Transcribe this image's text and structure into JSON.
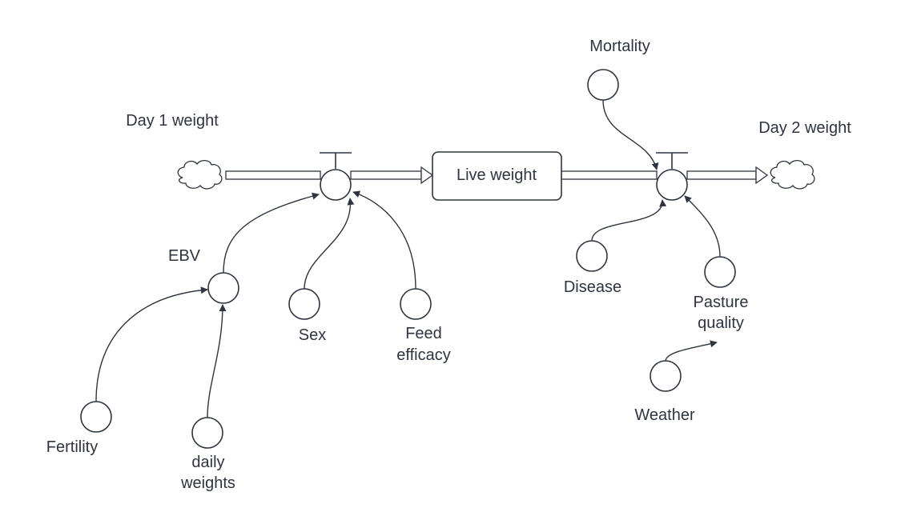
{
  "labels": {
    "day1_weight": "Day 1 weight",
    "day2_weight": "Day 2 weight",
    "live_weight": "Live weight",
    "mortality": "Mortality",
    "ebv": "EBV",
    "sex": "Sex",
    "feed_efficacy_line1": "Feed",
    "feed_efficacy_line2": "efficacy",
    "fertility": "Fertility",
    "daily_weights_line1": "daily",
    "daily_weights_line2": "weights",
    "disease": "Disease",
    "pasture_quality_line1": "Pasture",
    "pasture_quality_line2": "quality",
    "weather": "Weather"
  },
  "colors": {
    "stroke": "#2e3440",
    "fill": "#ffffff",
    "text": "#2e3440"
  }
}
